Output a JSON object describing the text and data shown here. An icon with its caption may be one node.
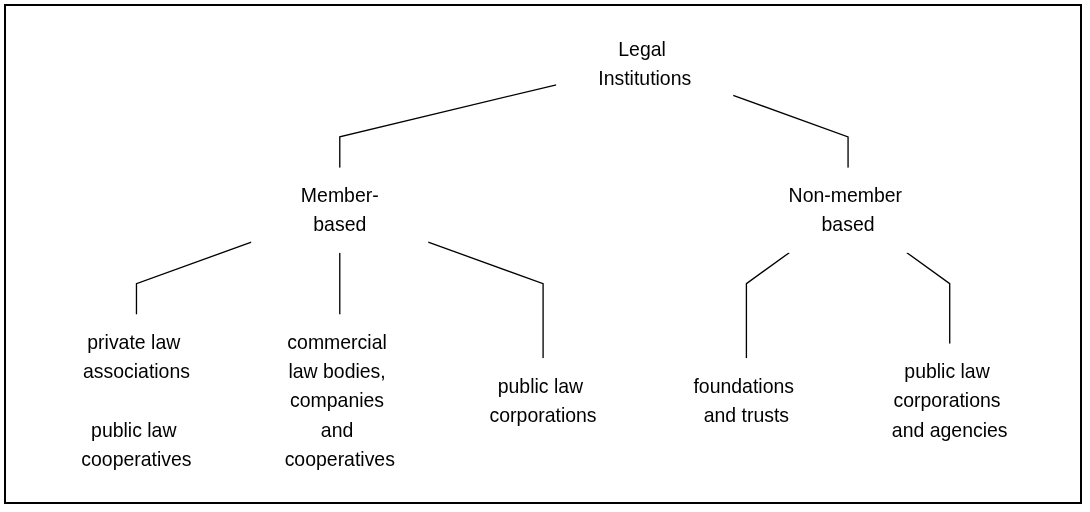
{
  "diagram": {
    "nodes": [
      {
        "text": [
          "Legal Institutions"
        ]
      },
      {
        "text": [
          "Member-based"
        ]
      },
      {
        "text": [
          "Non-member based"
        ]
      },
      {
        "text": [
          "private law associations",
          "public law cooperatives"
        ]
      },
      {
        "text": [
          "commercial law bodies, companies and cooperatives"
        ]
      },
      {
        "text": [
          "public law corporations"
        ]
      },
      {
        "text": [
          "foundations and trusts"
        ]
      },
      {
        "text": [
          "public law corporations and agencies"
        ]
      }
    ],
    "edges": [
      {
        "from": 0,
        "to": 1,
        "arrow": "none"
      },
      {
        "from": 0,
        "to": 2,
        "arrow": "none"
      },
      {
        "from": 1,
        "to": 3,
        "arrow": "none"
      },
      {
        "from": 1,
        "to": 4,
        "arrow": "none"
      },
      {
        "from": 1,
        "to": 5,
        "arrow": "none"
      },
      {
        "from": 2,
        "to": 6,
        "arrow": "none"
      },
      {
        "from": 2,
        "to": 7,
        "arrow": "none"
      }
    ]
  }
}
